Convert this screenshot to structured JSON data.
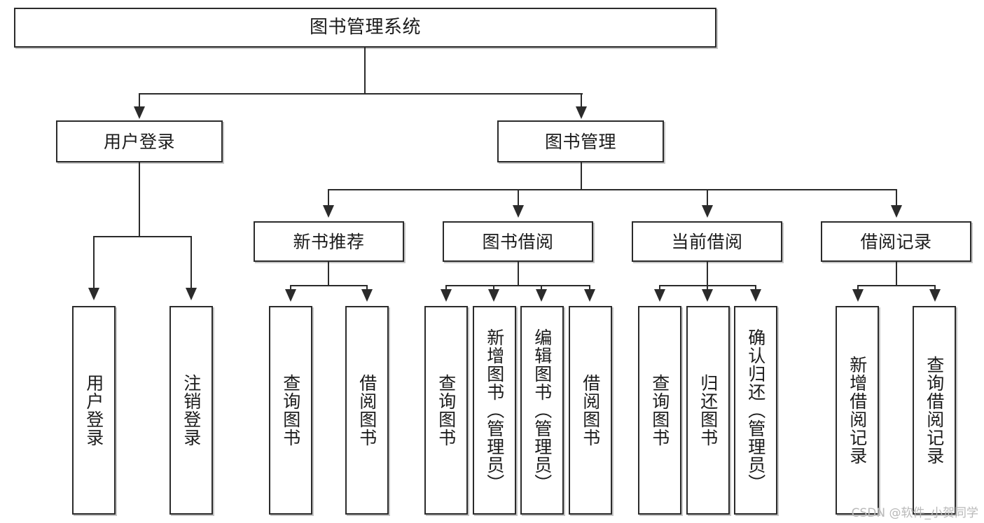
{
  "diagram": {
    "type": "tree",
    "title": "图书管理系统",
    "root": {
      "label": "图书管理系统"
    },
    "level2": [
      {
        "id": "user-login",
        "label": "用户登录"
      },
      {
        "id": "book-manage",
        "label": "图书管理"
      }
    ],
    "level3": [
      {
        "id": "new-book-recommend",
        "label": "新书推荐",
        "parent": "book-manage"
      },
      {
        "id": "book-borrow",
        "label": "图书借阅",
        "parent": "book-manage"
      },
      {
        "id": "current-borrow",
        "label": "当前借阅",
        "parent": "book-manage"
      },
      {
        "id": "borrow-record",
        "label": "借阅记录",
        "parent": "book-manage"
      }
    ],
    "leaves": [
      {
        "id": "leaf-user-login",
        "label": "用户登录",
        "parent": "user-login"
      },
      {
        "id": "leaf-user-logout",
        "label": "注销登录",
        "parent": "user-login"
      },
      {
        "id": "leaf-query-book-1",
        "label": "查询图书",
        "parent": "new-book-recommend"
      },
      {
        "id": "leaf-borrow-book-1",
        "label": "借阅图书",
        "parent": "new-book-recommend"
      },
      {
        "id": "leaf-query-book-2",
        "label": "查询图书",
        "parent": "book-borrow"
      },
      {
        "id": "leaf-add-book",
        "label": "新增图书（管理员）",
        "parent": "book-borrow"
      },
      {
        "id": "leaf-edit-book",
        "label": "编辑图书（管理员）",
        "parent": "book-borrow"
      },
      {
        "id": "leaf-borrow-book-2",
        "label": "借阅图书",
        "parent": "book-borrow"
      },
      {
        "id": "leaf-query-book-3",
        "label": "查询图书",
        "parent": "current-borrow"
      },
      {
        "id": "leaf-return-book",
        "label": "归还图书",
        "parent": "current-borrow"
      },
      {
        "id": "leaf-confirm-return",
        "label": "确认归还（管理员）",
        "parent": "current-borrow"
      },
      {
        "id": "leaf-add-record",
        "label": "新增借阅记录",
        "parent": "borrow-record"
      },
      {
        "id": "leaf-query-record",
        "label": "查询借阅记录",
        "parent": "borrow-record"
      }
    ]
  },
  "watermark": {
    "text": "CSDN @软件_小贺同学"
  },
  "colors": {
    "stroke": "#2b2b2b",
    "fill": "#ffffff",
    "text": "#1b1b1b",
    "watermark": "#b9b9b9"
  }
}
